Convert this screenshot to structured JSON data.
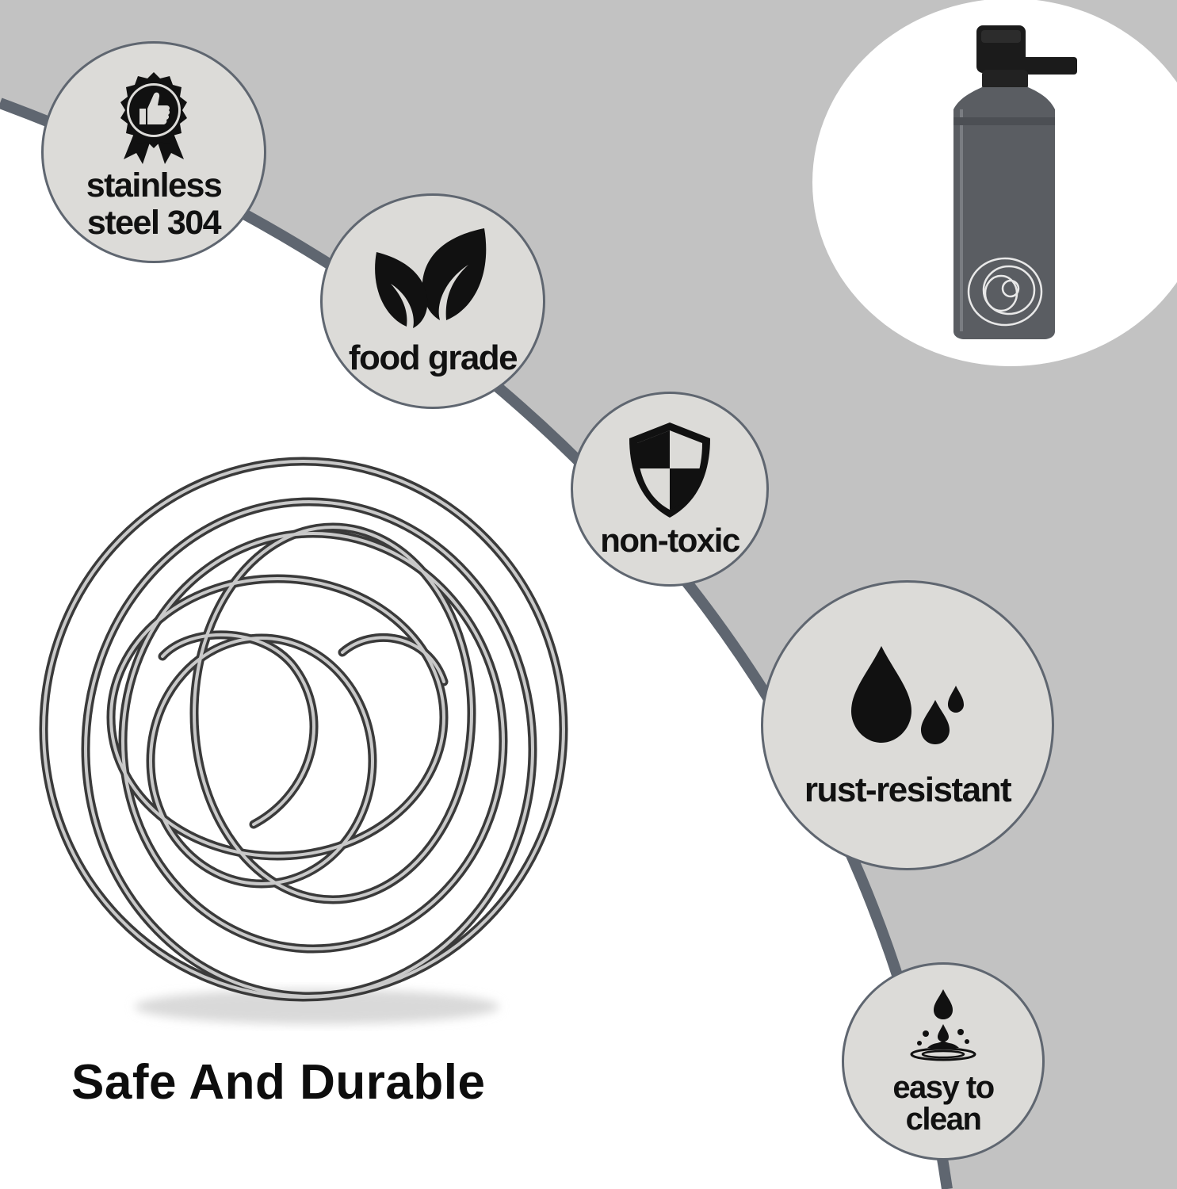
{
  "tagline": "Safe And Durable",
  "badges": [
    {
      "label_line1": "stainless",
      "label_line2": "steel 304",
      "icon": "award-thumbs-up-icon"
    },
    {
      "label": "food grade",
      "icon": "leaf-icon"
    },
    {
      "label": "non-toxic",
      "icon": "shield-icon"
    },
    {
      "label": "rust-resistant",
      "icon": "water-drops-icon"
    },
    {
      "label_line1": "easy to",
      "label_line2": "clean",
      "icon": "water-splash-icon"
    }
  ],
  "colors": {
    "panel_gray": "#c2c2c2",
    "arc_stroke": "#5f6670",
    "badge_fill": "#dcdbd8",
    "wire_steel": "#6e6e6e"
  }
}
